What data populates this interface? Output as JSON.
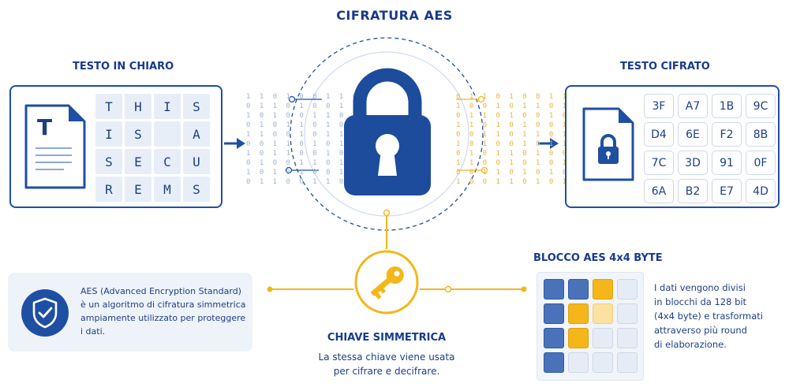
{
  "title": "CIFRATURA AES",
  "plaintext": {
    "label": "TESTO IN CHIARO",
    "doc_letter": "T",
    "cells": [
      "T",
      "H",
      "I",
      "S",
      "I",
      "S",
      "",
      "A",
      "S",
      "E",
      "C",
      "U",
      "R",
      "E",
      "M",
      "S"
    ]
  },
  "ciphertext": {
    "label": "TESTO CIFRATO",
    "cells": [
      "3F",
      "A7",
      "1B",
      "9C",
      "D4",
      "6E",
      "F2",
      "8B",
      "7C",
      "3D",
      "91",
      "0F",
      "6A",
      "B2",
      "E7",
      "4D"
    ]
  },
  "info": {
    "lines": [
      "AES (Advanced Encryption Standard)",
      "è un algoritmo di cifratura simmetrica",
      "ampiamente utilizzato per proteggere",
      "i dati."
    ]
  },
  "key": {
    "label": "CHIAVE SIMMETRICA",
    "lines": [
      "La stessa chiave viene usata",
      "per cifrare e decifrare."
    ]
  },
  "block": {
    "label": "BLOCCO AES 4x4 BYTE",
    "lines": [
      "I dati vengono divisi",
      "in blocchi da 128 bit",
      "(4x4 byte) e trasformati",
      "attraverso più round",
      "di elaborazione."
    ]
  },
  "bits_left": [
    "1 1 0 1 0 0 1 1 0",
    "0 1 1 0 1 0 0 1 1",
    "1 0 1 0 0 1 1 0 1",
    "0 1 0 1 1 0 1 0 0",
    "1 1 0 0 1 0 1 1 0",
    "0 0 1 1 0 1 0 1 1",
    "1 0 1 1 0 0 1 0 1",
    "0 1 0 0 1 1 0 1 0",
    "1 0 1 0 1 0 0 1 1",
    "0 1 1 0 0 1 1 0 0"
  ],
  "bits_right": [
    "0 1 1 0 1 0 0 1 1",
    "1 0 0 1 0 1 1 0 1",
    "0 1 1 0 1 0 0 1 0",
    "1 1 0 1 0 1 0 0 1",
    "0 0 1 1 0 1 1 0 1",
    "1 0 1 0 0 1 0 1 1",
    "0 1 0 1 1 0 1 0 0",
    "1 1 0 0 1 0 1 0 1",
    "0 0 1 1 0 1 0 1 0",
    "1 0 0 1 1 0 1 0 1"
  ],
  "colors": {
    "navy": "#1e4fa3",
    "lock": "#1d4c9c",
    "gold": "#f4b619",
    "light": "#e7eef8"
  },
  "block_grid": [
    "blue",
    "blue",
    "gold",
    "pale",
    "blue",
    "gold",
    "lightgold",
    "pale",
    "blue",
    "gold",
    "pale",
    "pale",
    "blue",
    "pale",
    "pale",
    "pale"
  ]
}
